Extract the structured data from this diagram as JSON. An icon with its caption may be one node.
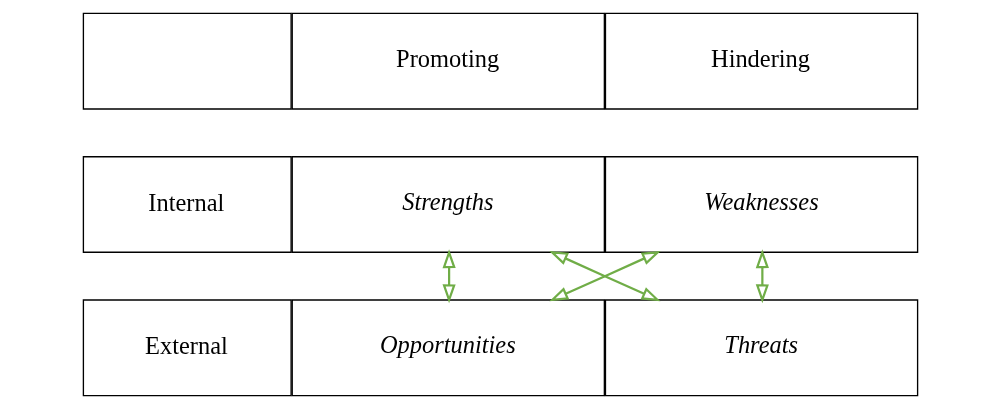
{
  "diagram": {
    "nodes": [
      {
        "text": [],
        "shape": "box"
      },
      {
        "text": [
          "Promoting"
        ]
      },
      {
        "text": [
          "Hindering"
        ]
      },
      {
        "text": [
          "Internal"
        ]
      },
      {
        "text": [
          "Strengths"
        ]
      },
      {
        "text": [
          "Weaknesses"
        ]
      },
      {
        "text": [
          "External"
        ]
      },
      {
        "text": [
          "Opportunities"
        ]
      },
      {
        "text": [
          "Threats"
        ]
      }
    ],
    "edges": [
      {
        "from": 4,
        "to": 7,
        "arrow": "both"
      },
      {
        "from": 7,
        "to": 5,
        "arrow": "both"
      },
      {
        "from": 4,
        "to": 8,
        "arrow": "both"
      },
      {
        "from": 5,
        "to": 8,
        "arrow": "both"
      }
    ]
  }
}
